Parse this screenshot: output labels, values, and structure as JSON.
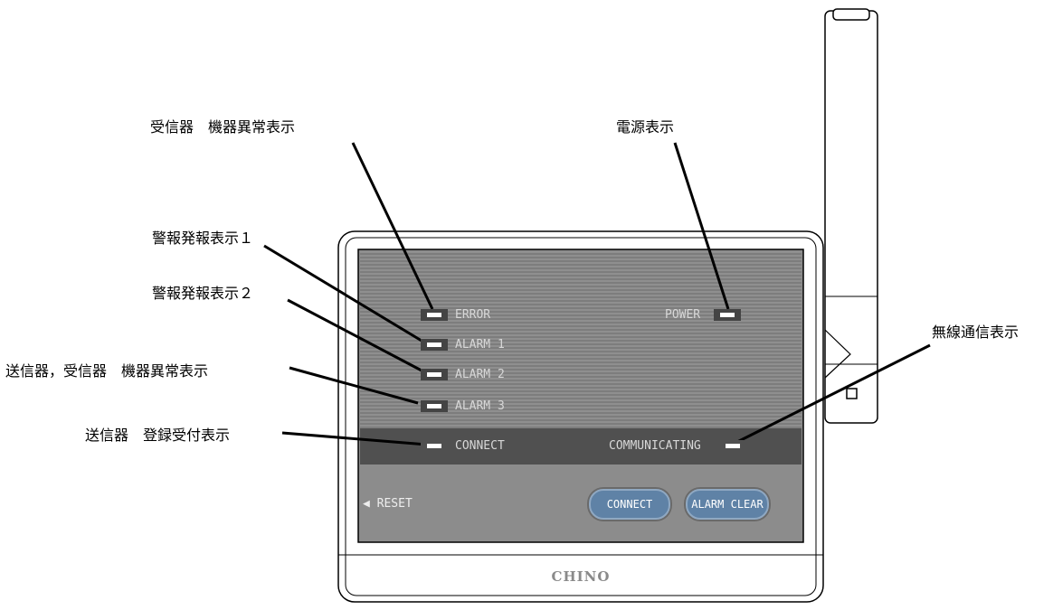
{
  "callouts": {
    "receiver_device_error": "受信器　機器異常表示",
    "power_display": "電源表示",
    "alarm_display_1": "警報発報表示１",
    "alarm_display_2": "警報発報表示２",
    "transmitter_receiver_error": "送信器，受信器　機器異常表示",
    "transmitter_registration": "送信器　登録受付表示",
    "wireless_comm_display": "無線通信表示"
  },
  "panel": {
    "error_label": "ERROR",
    "power_label": "POWER",
    "alarm1_label": "ALARM 1",
    "alarm2_label": "ALARM 2",
    "alarm3_label": "ALARM 3",
    "connect_label": "CONNECT",
    "communicating_label": "COMMUNICATING",
    "reset_label": "◀ RESET",
    "connect_button": "CONNECT",
    "alarm_clear_button": "ALARM CLEAR",
    "brand": "CHINO"
  },
  "colors": {
    "panel_gray": "#8c8c8c",
    "band_dark": "#505050",
    "button_blue": "#5f82a6",
    "led_on": "#ffffff"
  }
}
